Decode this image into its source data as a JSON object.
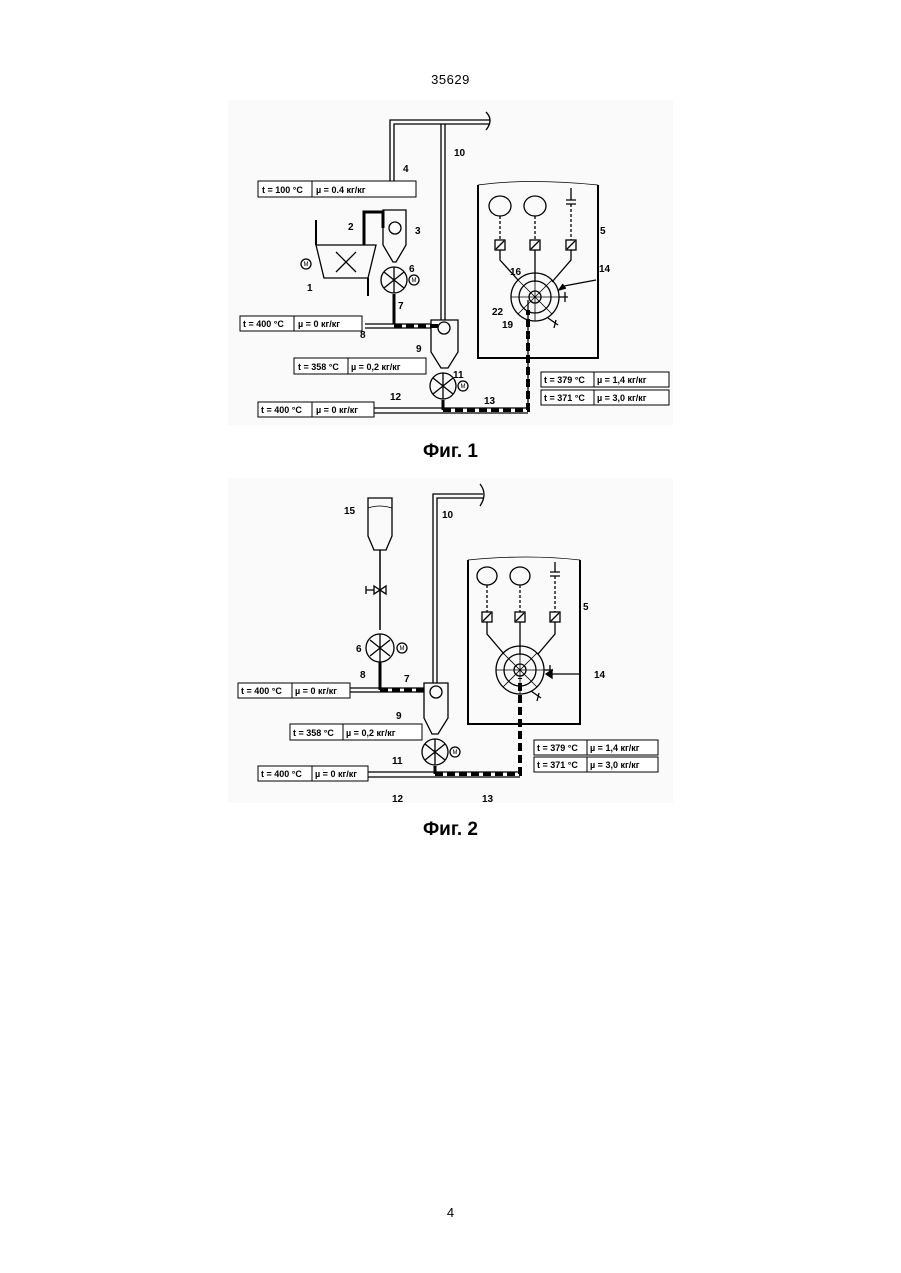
{
  "header": {
    "doc_number": "35629"
  },
  "footer": {
    "page_number": "4"
  },
  "fig1": {
    "caption": "Фиг. 1",
    "refs": {
      "r1": "1",
      "r2": "2",
      "r3": "3",
      "r4": "4",
      "r5": "5",
      "r6": "6",
      "r7": "7",
      "r8": "8",
      "r9": "9",
      "r10": "10",
      "r11": "11",
      "r12": "12",
      "r13": "13",
      "r14": "14",
      "r16": "16",
      "r19": "19",
      "r22": "22",
      "motor": "М"
    },
    "boxes": {
      "b1_t": "t = 100 °C",
      "b1_m": "µ = 0.4  кг/кг",
      "b2_t": "t = 400 °C",
      "b2_m": "µ = 0 кг/кг",
      "b3_t": "t = 358 °C",
      "b3_m": "µ = 0,2 кг/кг",
      "b4_t": "t = 379 °C",
      "b4_m": "µ = 1,4 кг/кг",
      "b5_t": "t = 371 °C",
      "b5_m": "µ = 3,0 кг/кг",
      "b6_t": "t = 400 °C",
      "b6_m": "µ = 0 кг/кг"
    }
  },
  "fig2": {
    "caption": "Фиг. 2",
    "refs": {
      "r5": "5",
      "r6": "6",
      "r7": "7",
      "r8": "8",
      "r9": "9",
      "r10": "10",
      "r11": "11",
      "r12": "12",
      "r13": "13",
      "r14": "14",
      "r15": "15",
      "motor": "М"
    },
    "boxes": {
      "b1_t": "t = 400 °C",
      "b1_m": "µ = 0 кг/кг",
      "b2_t": "t = 358 °C",
      "b2_m": "µ = 0,2 кг/кг",
      "b3_t": "t = 379 °C",
      "b3_m": "µ = 1,4 кг/кг",
      "b4_t": "t = 371 °C",
      "b4_m": "µ = 3,0 кг/кг",
      "b5_t": "t = 400 °C",
      "b5_m": "µ = 0 кг/кг"
    }
  }
}
